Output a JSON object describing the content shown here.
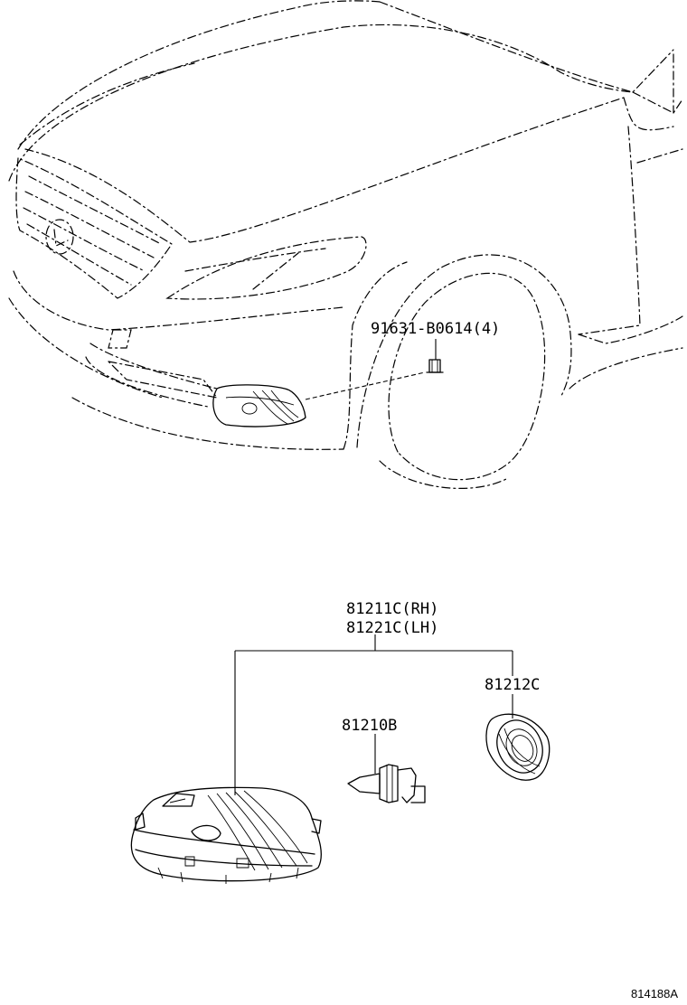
{
  "labels": {
    "bolt": "91631-B0614(4)",
    "lamp_rh": "81211C(RH)",
    "lamp_lh": "81221C(LH)",
    "socket": "81212C",
    "bulb": "81210B"
  },
  "figure_ref": "814188A"
}
